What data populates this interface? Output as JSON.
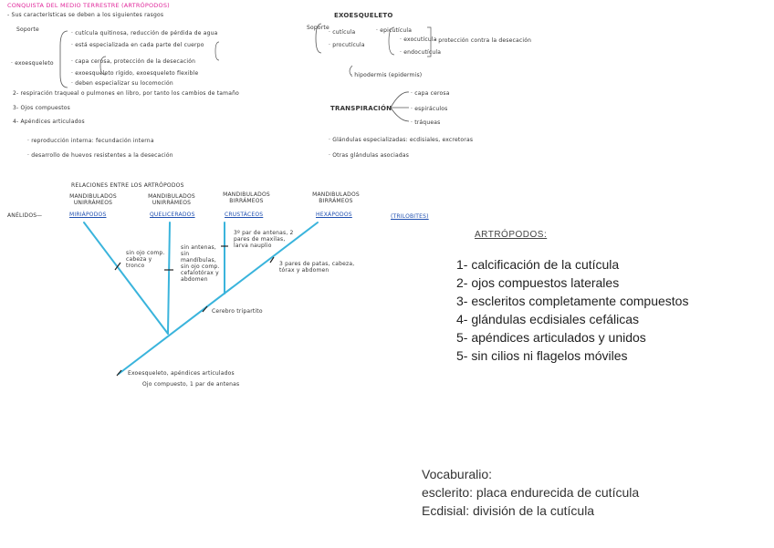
{
  "notes": {
    "title": "CONQUISTA DEL MEDIO TERRESTRE (ARTRÓPODOS)",
    "intro": "- Sus características se deben a los siguientes rasgos",
    "left_lines": [
      "Soporte",
      "· cutícula quitinosa, reducción de pérdida de agua",
      "· está especializada en cada parte del cuerpo",
      "· exoesqueleto",
      "· capa cerosa, protección de la desecación",
      "· exoesqueleto rígido, exoesqueleto flexible",
      "· deben especializar su locomoción",
      "2- respiración traqueal o pulmones en libro, por tanto los cambios de tamaño",
      "3- Ojos compuestos",
      "4- Apéndices articulados",
      "· reproducción interna: fecundación interna",
      "· desarrollo de huevos resistentes a la desecación"
    ],
    "right_title": "EXOESQUELETO",
    "right_lines": [
      "Soporte",
      "· cutícula",
      "· epicutícula",
      "· procutícula",
      "· exocutícula",
      "· endocutícula",
      "· protección contra la desecación",
      "· hipodermis (epidermis)",
      "TRANSPIRACIÓN",
      "· capa cerosa",
      "· espiráculos",
      "· tráqueas",
      "· Glándulas especializadas: ecdisiales, excretoras",
      "· Otras glándulas asociadas"
    ],
    "tree_title": "RELACIONES ENTRE LOS ARTRÓPODOS",
    "tree_groups": [
      "MANDIBULADOS UNIRRÁMEOS",
      "MANDIBULADOS UNIRRÁMEOS",
      "MANDIBULADOS BIRRÁMEOS",
      "MANDIBULADOS BIRRÁMEOS"
    ],
    "taxa": [
      "MIRIÁPODOS",
      "QUELICERADOS",
      "CRUSTÁCEOS",
      "HEXÁPODOS"
    ],
    "outgroup": "ANÉLIDOS",
    "trilobites": "(TRILOBITES)",
    "node_labels": [
      "sin ojo comp. cabeza y tronco",
      "sin antenas, sin mandíbulas, sin ojo comp. cefalotórax y abdomen",
      "3º par de antenas, 2 pares de maxilas, larva nauplio",
      "3 pares de patas, cabeza, tórax y abdomen",
      "Cerebro tripartito",
      "Exoesqueleto, apéndices articulados",
      "Ojo compuesto, 1 par de antenas"
    ]
  },
  "arthropods_title": "ARTRÓPODOS:",
  "traits": [
    "1- calcificación de la cutícula",
    "2- ojos compuestos laterales",
    "3- escleritos completamente compuestos",
    "4- glándulas ecdisiales cefálicas",
    "5- apéndices articulados y unidos",
    "5- sin cilios ni flagelos móviles"
  ],
  "vocab": {
    "title": "Vocaburalio:",
    "lines": [
      "esclerito: placa endurecida de cutícula",
      "Ecdisial: división de la cutícula"
    ]
  },
  "colors": {
    "pink": "#e0289b",
    "tree": "#3ab4dc",
    "taxa": "#1f4fb0"
  }
}
